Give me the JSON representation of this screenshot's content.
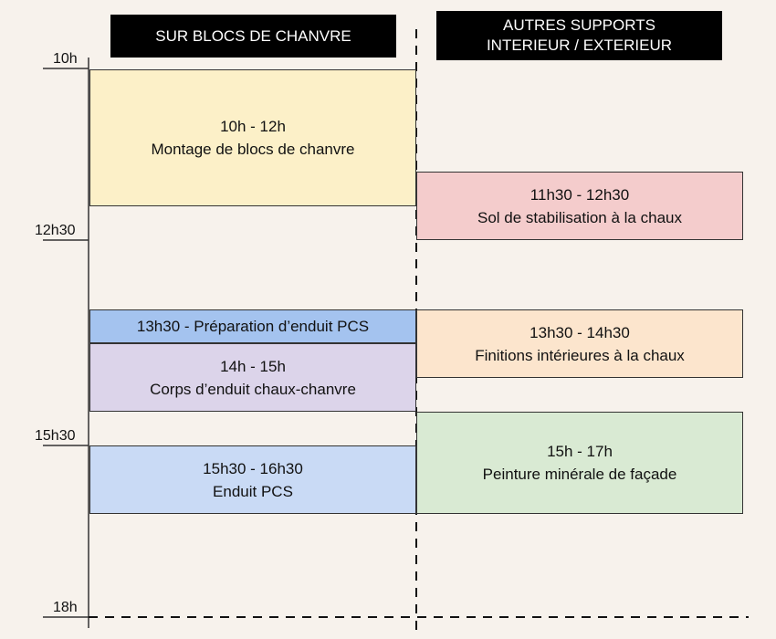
{
  "headers": {
    "left": "SUR BLOCS DE CHANVRE",
    "right_line1": "AUTRES SUPPORTS",
    "right_line2": "INTERIEUR / EXTERIEUR"
  },
  "time_labels": [
    "10h",
    "12h30",
    "15h30",
    "18h"
  ],
  "left_blocks": [
    {
      "time": "10h - 12h",
      "label": "Montage de blocs de chanvre",
      "color": "#fcf0c8"
    },
    {
      "time": "13h30 - Préparation d’enduit PCS",
      "label": "",
      "color": "#a4c3ef"
    },
    {
      "time": "14h - 15h",
      "label": "Corps d’enduit chaux-chanvre",
      "color": "#dcd4ea"
    },
    {
      "time": "15h30 - 16h30",
      "label": "Enduit PCS",
      "color": "#c9daf5"
    }
  ],
  "right_blocks": [
    {
      "time": "11h30 - 12h30",
      "label": "Sol de stabilisation à la chaux",
      "color": "#f4cccc"
    },
    {
      "time": "13h30 - 14h30",
      "label": "Finitions intérieures à la chaux",
      "color": "#fce5cd"
    },
    {
      "time": "15h - 17h",
      "label": "Peinture minérale de façade",
      "color": "#d9ead3"
    }
  ]
}
